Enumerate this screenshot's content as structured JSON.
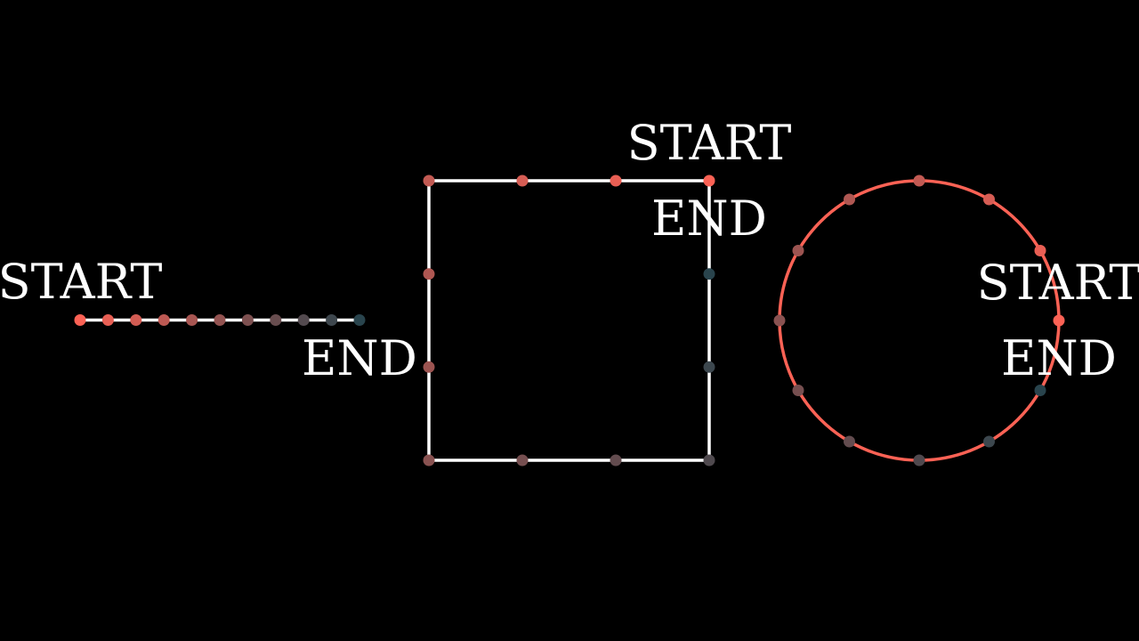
{
  "background": "#000000",
  "colors": {
    "line": "#ffffff",
    "circle": "#fc6255",
    "dot_start": "#fc6255",
    "dot_end": "#29444d"
  },
  "labels": {
    "start": "START",
    "end": "END"
  },
  "shapes": [
    {
      "id": "line",
      "kind": "line",
      "dot_count": 11,
      "has_start_label": true,
      "has_end_label": true
    },
    {
      "id": "square",
      "kind": "square",
      "dot_count": 12,
      "has_start_label": true,
      "has_end_label": true
    },
    {
      "id": "circle",
      "kind": "circle",
      "dot_count": 12,
      "has_start_label": true,
      "has_end_label": true
    }
  ]
}
